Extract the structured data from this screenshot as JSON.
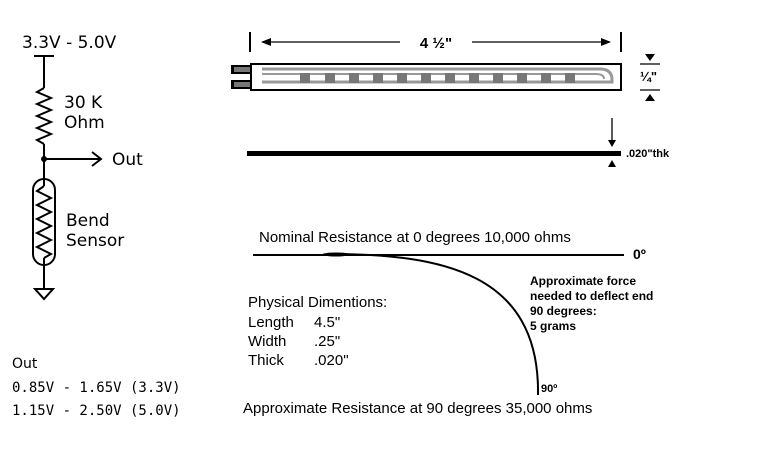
{
  "circuit": {
    "supply_label": "3.3V - 5.0V",
    "resistor_value": "30 K",
    "resistor_unit": "Ohm",
    "out_label": "Out",
    "sensor_line1": "Bend",
    "sensor_line2": "Sensor"
  },
  "output_ranges": {
    "title": "Out",
    "row1": "0.85V - 1.65V (3.3V)",
    "row2": "1.15V - 2.50V (5.0V)"
  },
  "sensor_drawing": {
    "length_label": "4 ½\"",
    "width_label": "¼\"",
    "thickness_label": ".020\"thk"
  },
  "bend_diagram": {
    "nominal_text": "Nominal Resistance at  0 degrees 10,000 ohms",
    "zero_deg_label": "0º",
    "ninety_deg_label": "90º",
    "approx_text": "Approximate Resistance at 90 degrees 35,000 ohms",
    "force_line1": "Approximate force",
    "force_line2": "needed to deflect end",
    "force_line3": "90 degrees:",
    "force_line4": "5 grams"
  },
  "dimensions": {
    "title": "Physical Dimentions:",
    "rows": [
      {
        "name": "Length",
        "value": "4.5\""
      },
      {
        "name": "Width",
        "value": ".25\""
      },
      {
        "name": "Thick",
        "value": ".020\""
      }
    ]
  }
}
